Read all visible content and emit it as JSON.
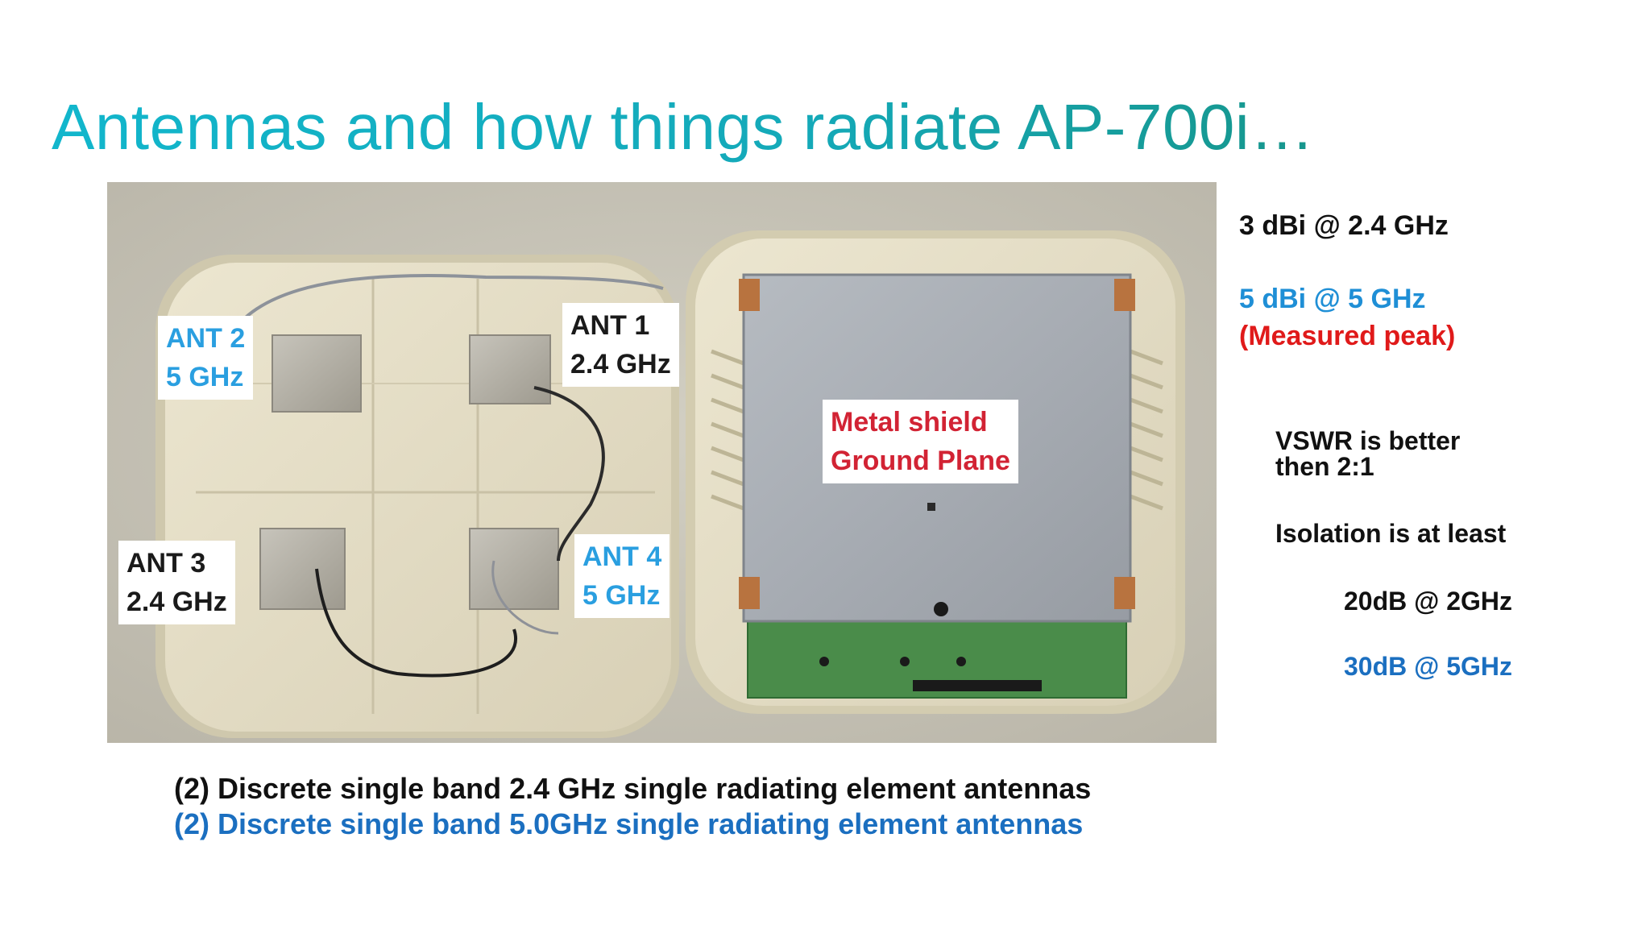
{
  "slide": {
    "title": "Antennas and how things radiate AP-700i…"
  },
  "photo_labels": {
    "ant2": {
      "line1": "ANT 2",
      "line2": "5 GHz"
    },
    "ant1": {
      "line1": "ANT 1",
      "line2": "2.4 GHz"
    },
    "ant3": {
      "line1": "ANT 3",
      "line2": "2.4 GHz"
    },
    "ant4": {
      "line1": "ANT 4",
      "line2": "5 GHz"
    },
    "shield": {
      "line1": "Metal shield",
      "line2": "Ground Plane"
    }
  },
  "specs": {
    "gain_24": "3 dBi @ 2.4 GHz",
    "gain_5": "5 dBi @  5 GHz",
    "measured_note": "(Measured peak)",
    "vswr_line1": "VSWR is better",
    "vswr_line2": "then 2:1",
    "isolation_heading": "Isolation is at least",
    "isolation_24": "20dB @ 2GHz",
    "isolation_5": "30dB @ 5GHz"
  },
  "captions": {
    "line1": "(2) Discrete single band 2.4 GHz single radiating element antennas",
    "line2": "(2) Discrete single band  5.0GHz single radiating element antennas"
  },
  "colors": {
    "title_gradient_start": "#12b6cc",
    "title_gradient_end": "#17968c",
    "blue_text": "#1f8fd6",
    "deep_blue_text": "#1b6fc0",
    "red_text": "#e01a1a",
    "label_red": "#d22334"
  }
}
